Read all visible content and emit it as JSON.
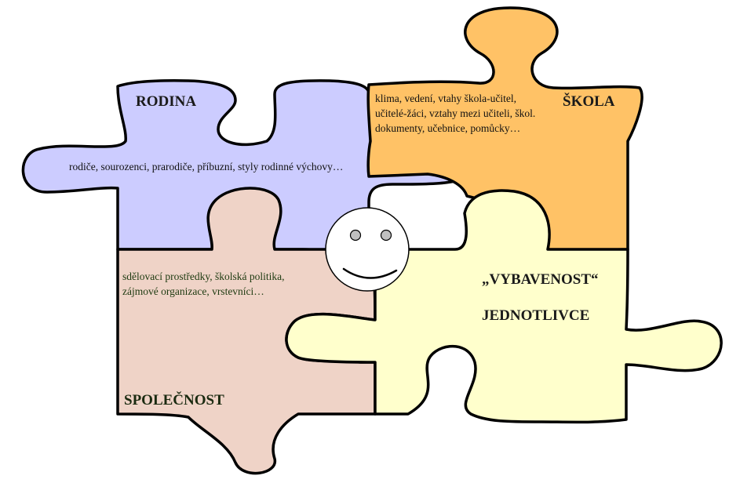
{
  "pieces": {
    "rodina": {
      "title": "RODINA",
      "text": "rodiče, sourozenci, prarodiče, příbuzní, styly rodinné výchovy…",
      "color": "#ccccff"
    },
    "skola": {
      "title": "ŠKOLA",
      "lines": [
        "klima, vedení, vtahy škola-učitel,",
        "učitelé-žáci, vztahy mezi učiteli, škol.",
        "dokumenty, učebnice, pomůcky…"
      ],
      "color": "#ffc266"
    },
    "spolecnost": {
      "title": "SPOLEČNOST",
      "lines": [
        "sdělovací prostředky, školská politika,",
        "zájmové organizace, vrstevníci…"
      ],
      "color": "#efd3c7"
    },
    "vybavenost": {
      "title_line1": "„VYBAVENOST“",
      "title_line2": "JEDNOTLIVCE",
      "color": "#ffffcc"
    }
  },
  "center": {
    "icon": "smiley-face-icon"
  }
}
